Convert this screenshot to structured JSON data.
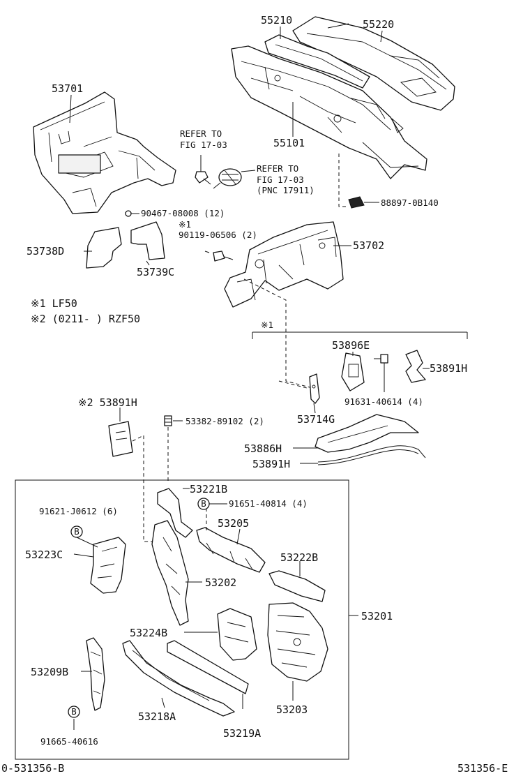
{
  "labels": {
    "p55210": "55210",
    "p55220": "55220",
    "p53701": "53701",
    "p55101": "55101",
    "refer1_l1": "REFER TO",
    "refer1_l2": "FIG 17-03",
    "refer2_l1": "REFER TO",
    "refer2_l2": "FIG 17-03",
    "refer2_l3": "(PNC 17911)",
    "p88897": "88897-0B140",
    "p90467": "90467-08008 (12)",
    "mark1_top": "※1",
    "p90119": "90119-06506 (2)",
    "p53738D": "53738D",
    "p53739C": "53739C",
    "p53702": "53702",
    "note1": "※1  LF50",
    "note2": "※2 (0211-      ) RZF50",
    "mark1_group": "※1",
    "p53896E": "53896E",
    "p53891H_a": "53891H",
    "p91631": "91631-40614 (4)",
    "p53714G": "53714G",
    "p53891H_b": "※2 53891H",
    "p53382": "53382-89102 (2)",
    "p53886H": "53886H",
    "p53891H_c": "53891H",
    "p53221B": "53221B",
    "p91651": "91651-40814 (4)",
    "p91621": "91621-J0612 (6)",
    "p53205": "53205",
    "p53223C": "53223C",
    "p53222B": "53222B",
    "p53202": "53202",
    "p53201": "53201",
    "p53224B": "53224B",
    "p53209B": "53209B",
    "p53218A": "53218A",
    "p53203": "53203",
    "p53219A": "53219A",
    "p91665": "91665-40616",
    "footer_left": "0-531356-B",
    "footer_right": "531356-E",
    "b_marker": "B"
  }
}
